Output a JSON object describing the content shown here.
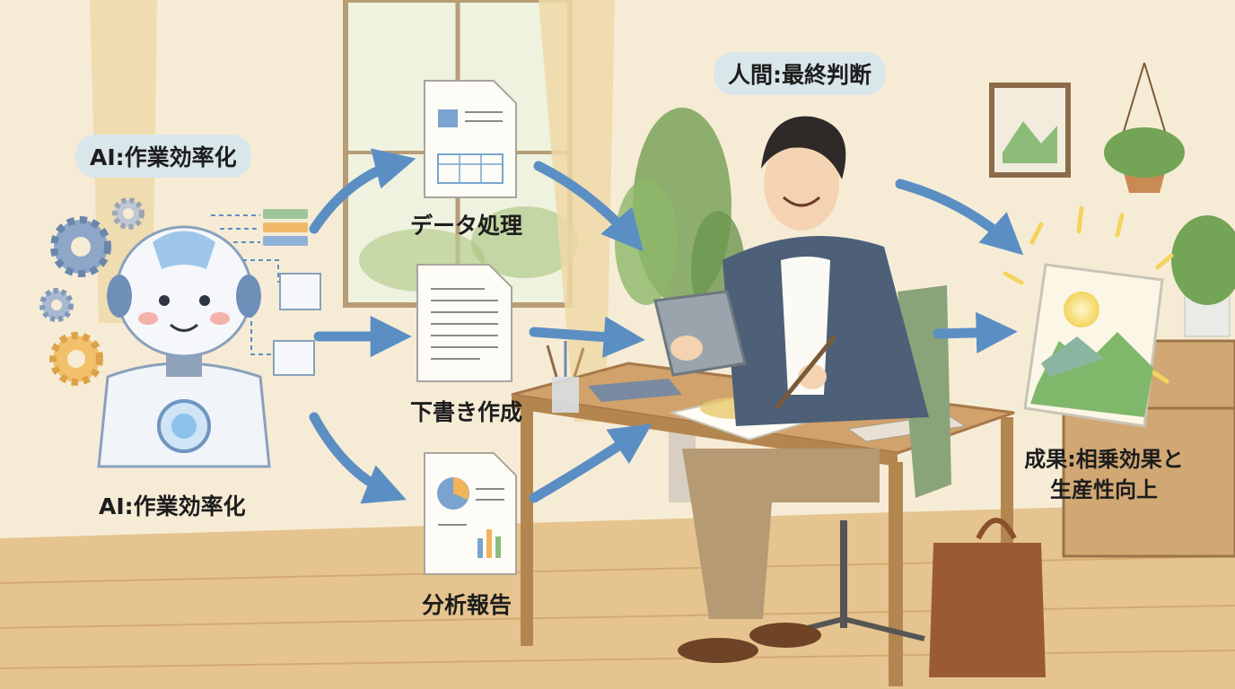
{
  "labels": {
    "ai_badge": "AI:作業効率化",
    "human_badge": "人間:最終判断",
    "ai_caption": "AI:作業効率化",
    "task_data": "データ処理",
    "task_draft": "下書き作成",
    "task_report": "分析報告",
    "result_line1": "成果:相乗効果と",
    "result_line2": "生産性向上"
  },
  "colors": {
    "arrow": "#5b8fc4",
    "badge_bg": "#d9e6ea",
    "wall": "#f6ecd6",
    "floor": "#e2bc86"
  },
  "icons": [
    "gear-icon",
    "robot",
    "checklist-icon",
    "document-table-icon",
    "document-text-icon",
    "document-chart-icon",
    "painting",
    "tablet",
    "briefcase",
    "plant"
  ]
}
